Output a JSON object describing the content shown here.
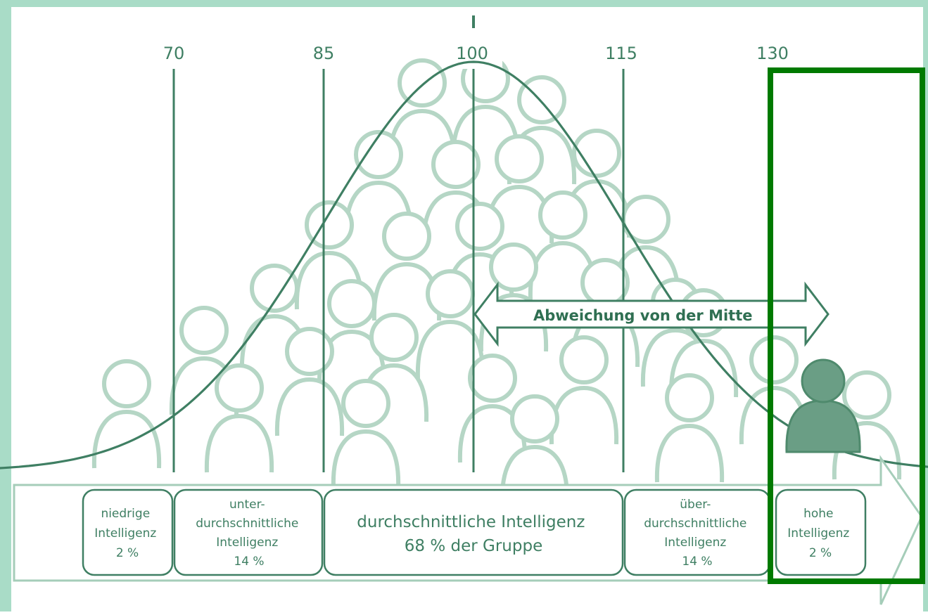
{
  "colors": {
    "frame": "#a9dcc7",
    "primary": "#3f7f63",
    "dark": "#2f6f52",
    "people": "#b5d6c5",
    "highlight": "#007a00",
    "person_fill": "#6a9e85"
  },
  "axis": {
    "ticks": [
      "70",
      "85",
      "100",
      "115",
      "130"
    ]
  },
  "bands": [
    {
      "lines": [
        "niedrige",
        "Intelligenz",
        "2 %"
      ]
    },
    {
      "lines": [
        "unter-",
        "durchschnittliche",
        "Intelligenz",
        "14 %"
      ]
    },
    {
      "lines": [
        "durchschnittliche Intelligenz",
        "68 % der Gruppe"
      ]
    },
    {
      "lines": [
        "über-",
        "durchschnittliche",
        "Intelligenz",
        "14 %"
      ]
    },
    {
      "lines": [
        "hohe",
        "Intelligenz",
        "2 %"
      ]
    }
  ],
  "arrow": {
    "label": "Abweichung von der Mitte"
  },
  "icons": {
    "person": "person-icon",
    "highlight_person": "highlighted-person-icon"
  }
}
